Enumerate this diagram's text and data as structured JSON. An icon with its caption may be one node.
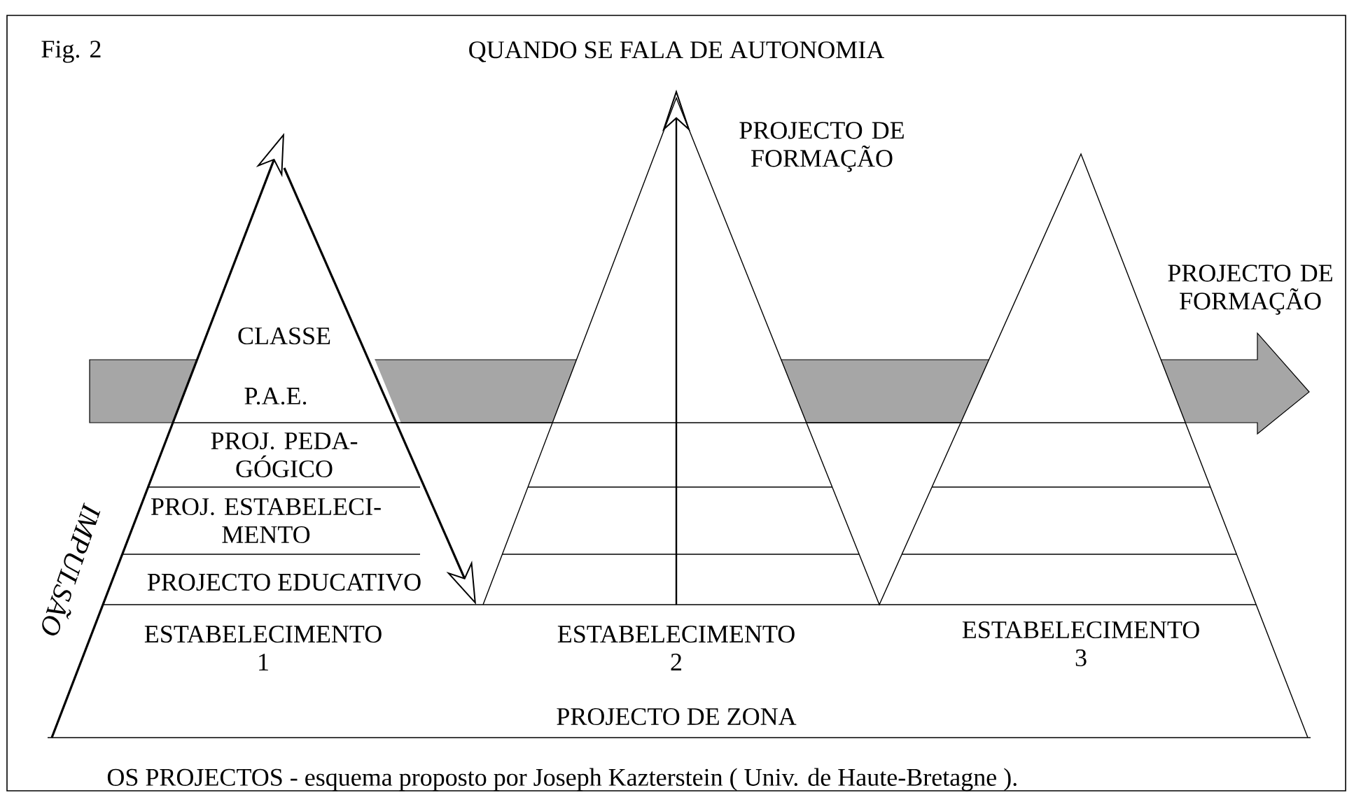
{
  "diagram": {
    "title": "QUANDO SE FALA DE AUTONOMIA",
    "caption": "OS PROJECTOS - esquema proposto por Joseph Kazterstein ( Univ. de Haute-Bretagne ).",
    "labels": [
      "Fig. 2",
      "PROJECTO DE FORMAÇÃO",
      "PROJECTO DE FORMAÇÃO",
      "CLASSE",
      "P.A.E.",
      "IMPULSÃO",
      "PROJ. PEDA- GÓGICO",
      "PROJ. ESTABELECI- MENTO",
      "PROJECTO EDUCATIVO",
      "ESTABELECIMENTO 1",
      "ESTABELECIMENTO 2",
      "ESTABELECIMENTO 3",
      "PROJECTO DE ZONA"
    ]
  }
}
